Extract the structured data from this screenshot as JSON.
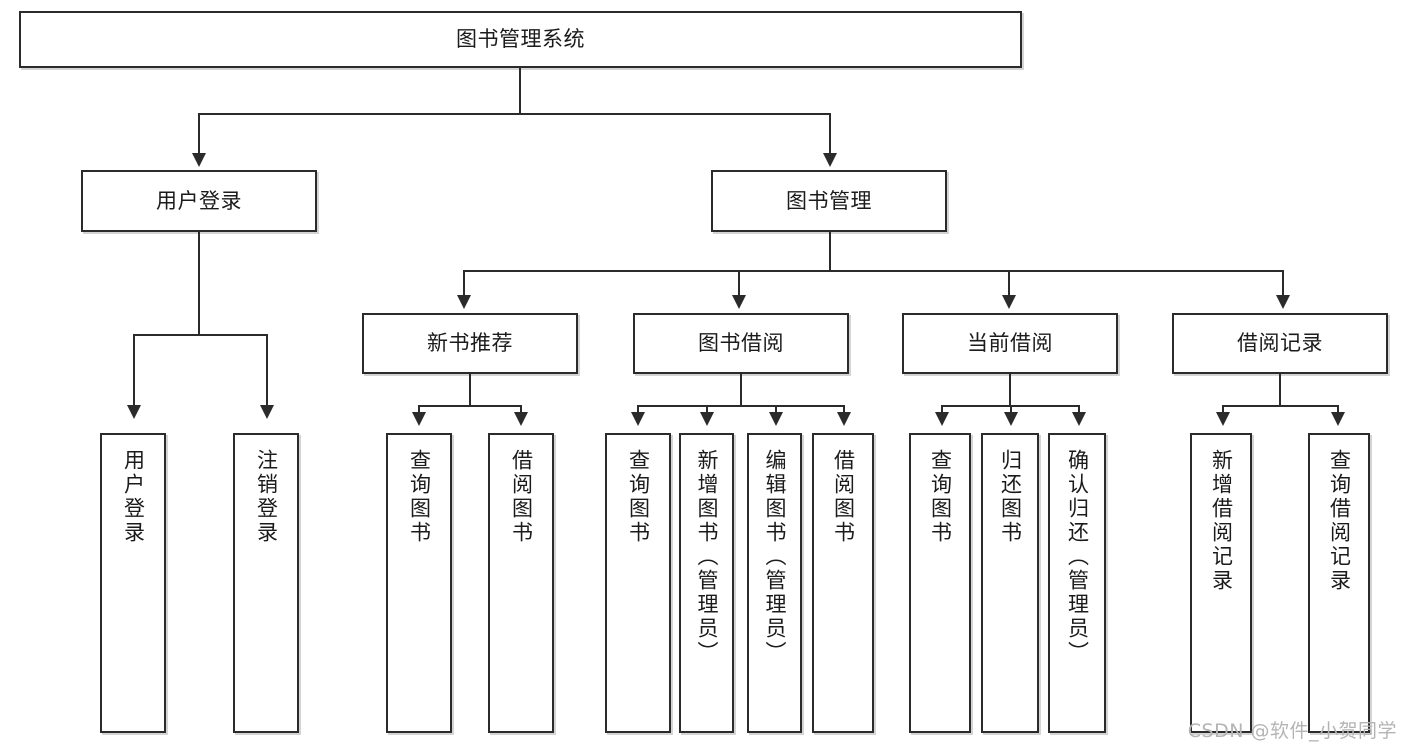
{
  "diagram": {
    "title": "图书管理系统",
    "type": "hierarchy-tree",
    "root": {
      "label": "图书管理系统"
    },
    "level2": [
      {
        "label": "用户登录"
      },
      {
        "label": "图书管理"
      }
    ],
    "level3": [
      {
        "label": "新书推荐"
      },
      {
        "label": "图书借阅"
      },
      {
        "label": "当前借阅"
      },
      {
        "label": "借阅记录"
      }
    ],
    "leaves": {
      "user_login": [
        {
          "label": "用户登录"
        },
        {
          "label": "注销登录"
        }
      ],
      "new_book_recommend": [
        {
          "label": "查询图书"
        },
        {
          "label": "借阅图书"
        }
      ],
      "book_borrow": [
        {
          "label": "查询图书"
        },
        {
          "label": "新增图书（管理员）"
        },
        {
          "label": "编辑图书（管理员）"
        },
        {
          "label": "借阅图书"
        }
      ],
      "current_borrow": [
        {
          "label": "查询图书"
        },
        {
          "label": "归还图书"
        },
        {
          "label": "确认归还（管理员）"
        }
      ],
      "borrow_records": [
        {
          "label": "新增借阅记录"
        },
        {
          "label": "查询借阅记录"
        }
      ]
    }
  },
  "watermark": {
    "text": "CSDN @软件_小贺同学"
  },
  "colors": {
    "stroke": "#2b2b2b",
    "background": "#ffffff",
    "text": "#1b1b1b",
    "watermark": "#b4b4b4"
  }
}
